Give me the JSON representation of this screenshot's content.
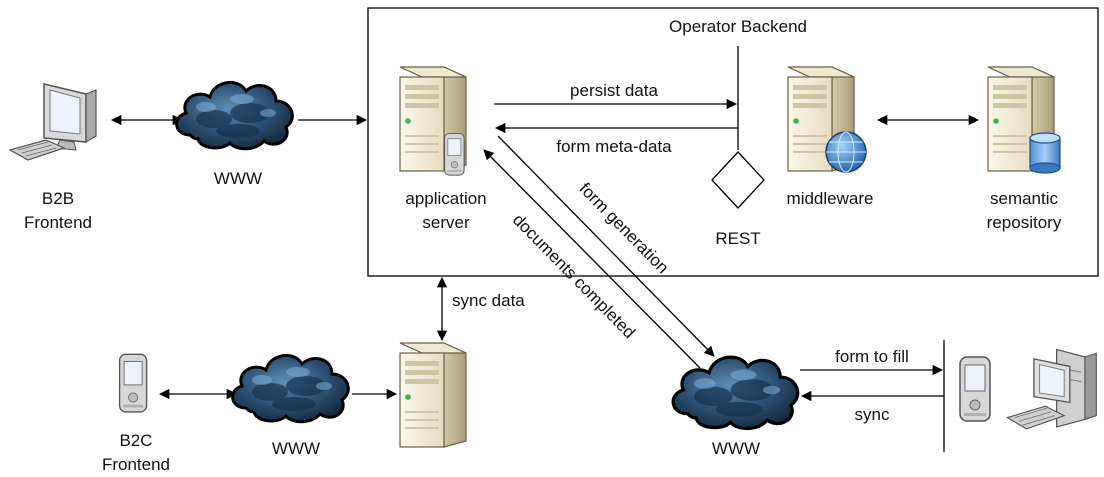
{
  "backend": {
    "title": "Operator Backend"
  },
  "nodes": {
    "b2b": {
      "line1": "B2B",
      "line2": "Frontend"
    },
    "b2c": {
      "line1": "B2C",
      "line2": "Frontend"
    },
    "app_server": {
      "line1": "application",
      "line2": "server"
    },
    "middleware": {
      "label": "middleware"
    },
    "semantic_repo": {
      "line1": "semantic",
      "line2": "repository"
    },
    "rest": {
      "label": "REST"
    },
    "www_top": {
      "label": "WWW"
    },
    "www_bottom_left": {
      "label": "WWW"
    },
    "www_bottom_right": {
      "label": "WWW"
    }
  },
  "edges": {
    "persist_data": "persist data",
    "form_meta_data": "form meta-data",
    "form_generation": "form generation",
    "documents_completed": "documents completed",
    "sync_data": "sync data",
    "form_to_fill": "form to fill",
    "sync": "sync"
  },
  "colors": {
    "cloud_fill": "#2b4d6e",
    "cloud_dark": "#0f2033",
    "server_body": "#f2ecd8",
    "server_side": "#c9bf9b",
    "line": "#000000"
  }
}
